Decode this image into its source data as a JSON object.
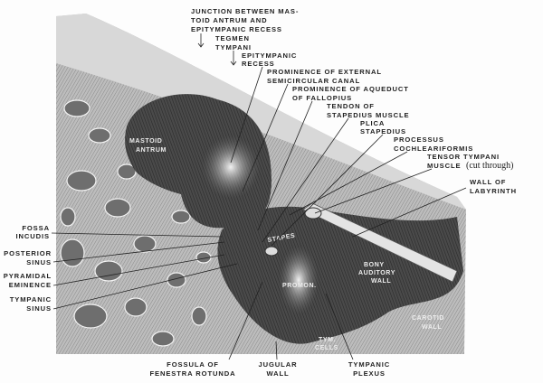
{
  "figure": {
    "labels_top": [
      [
        "JUNCTION BETWEEN MAS-",
        "TOID ANTRUM AND",
        "EPITYMPANIC RECESS"
      ],
      [
        "TEGMEN",
        "TYMPANI"
      ],
      [
        "EPITYMPANIC",
        "RECESS"
      ],
      [
        "PROMINENCE OF EXTERNAL",
        "SEMICIRCULAR CANAL"
      ],
      [
        "PROMINENCE OF AQUEDUCT",
        "OF FALLOPIUS"
      ],
      [
        "TENDON OF",
        "STAPEDIUS MUSCLE"
      ],
      [
        "PLICA",
        "STAPEDIUS"
      ],
      [
        "PROCESSUS",
        "COCHLEARIFORMIS"
      ],
      [
        "TENSOR TYMPANI",
        "MUSCLE"
      ],
      [
        "WALL OF",
        "LABYRINTH"
      ]
    ],
    "cut_through": "(cut through)",
    "labels_left": [
      [
        "FOSSA",
        "INCUDIS"
      ],
      [
        "POSTERIOR",
        "SINUS"
      ],
      [
        "PYRAMIDAL",
        "EMINENCE"
      ],
      [
        "TYMPANIC",
        "SINUS"
      ]
    ],
    "labels_bottom": [
      [
        "FOSSULA OF",
        "FENESTRA ROTUNDA"
      ],
      [
        "JUGULAR",
        "WALL"
      ],
      [
        "TYMPANIC",
        "PLEXUS"
      ]
    ],
    "inline_labels": {
      "mastoid": [
        "MASTOID",
        "ANTRUM"
      ],
      "stapes": "STAPES",
      "promon": "PROMON.",
      "bony": [
        "BONY",
        "AUDITORY",
        "WALL"
      ],
      "carotid": [
        "CAROTID",
        "WALL"
      ],
      "tym": [
        "TYM.",
        "CELLS"
      ]
    }
  }
}
